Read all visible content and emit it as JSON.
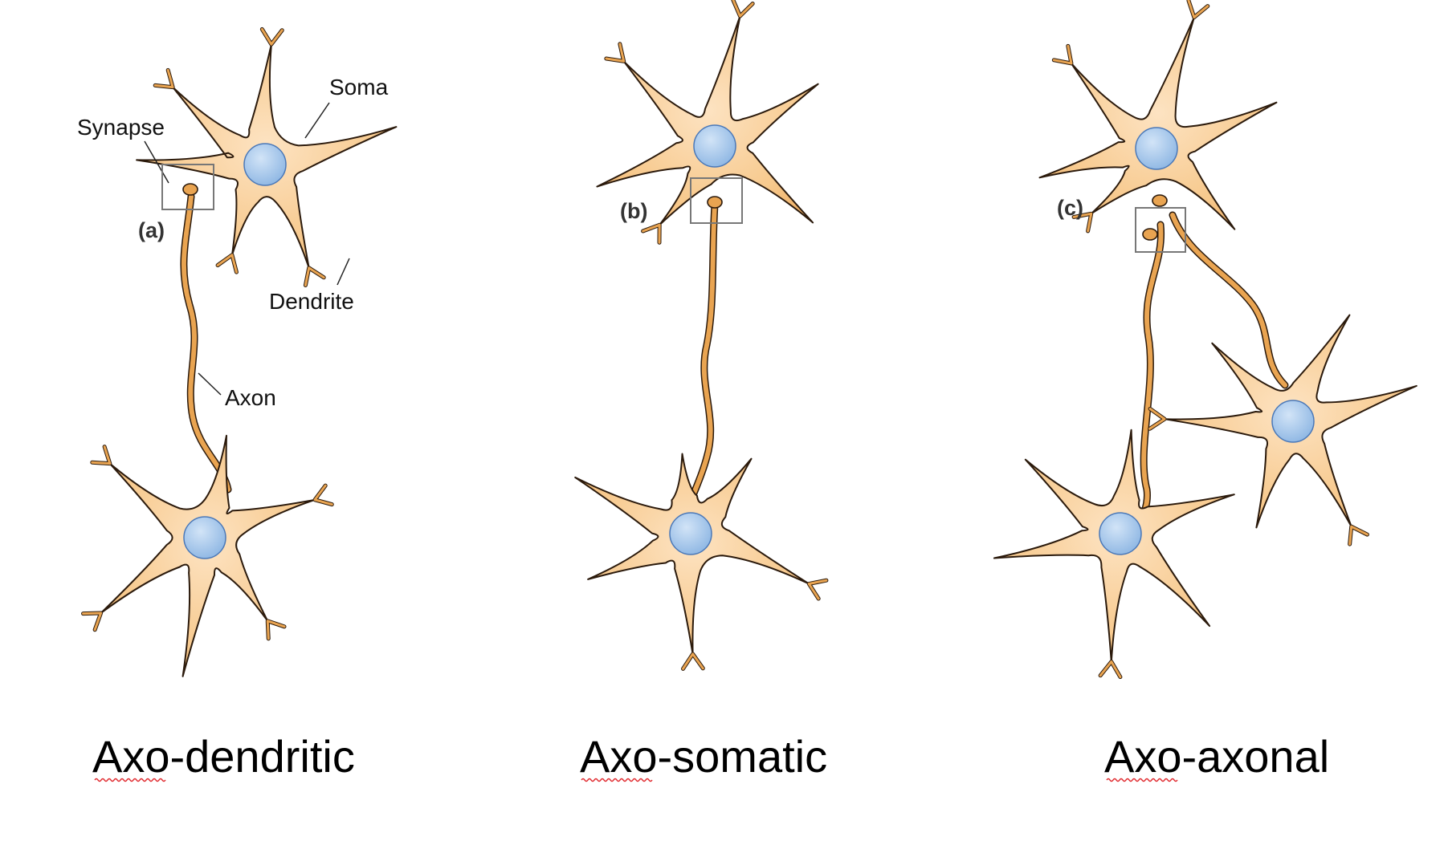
{
  "labels": {
    "synapse": "Synapse",
    "soma": "Soma",
    "dendrite": "Dendrite",
    "axon": "Axon"
  },
  "panels": [
    {
      "id": "a",
      "tag": "(a)",
      "caption": "Axo-dendritic"
    },
    {
      "id": "b",
      "tag": "(b)",
      "caption": "Axo-somatic"
    },
    {
      "id": "c",
      "tag": "(c)",
      "caption": "Axo-axonal"
    }
  ],
  "colors": {
    "cell_fill_light": "#fde3c2",
    "cell_fill_dark": "#efb066",
    "cell_outline": "#2b1a0c",
    "axon_fill": "#e9a451",
    "nucleus": "#a9c9ec",
    "nucleus_outline": "#4a78b8",
    "box_outline": "#777777"
  }
}
